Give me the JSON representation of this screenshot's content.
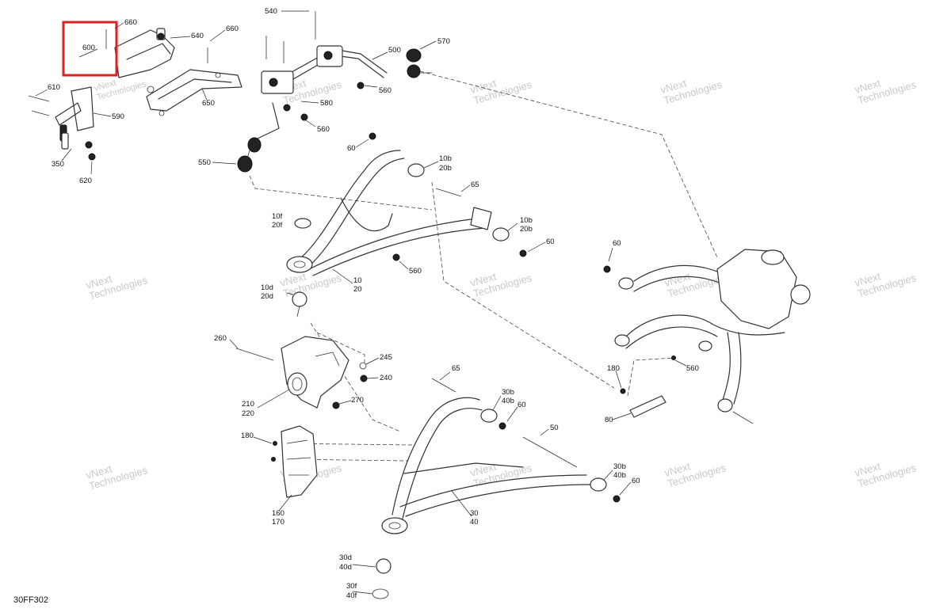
{
  "diagram_code": "30FF302",
  "watermark": {
    "line1": "vNext",
    "line2": "Technologies"
  },
  "highlight_color": "#e02020",
  "callouts": {
    "c540": "540",
    "c570": "570",
    "c500": "500",
    "c560a": "560",
    "c580": "580",
    "c560b": "560",
    "c660a": "660",
    "c640": "640",
    "c660b": "660",
    "c600": "600",
    "c650": "650",
    "c610": "610",
    "c590": "590",
    "c350": "350",
    "c620": "620",
    "c550": "550",
    "c60a": "60",
    "c10b_a": "10b",
    "c20b_a": "20b",
    "c65a": "65",
    "c10f": "10f",
    "c20f": "20f",
    "c10b_b": "10b",
    "c20b_b": "20b",
    "c60b": "60",
    "c560c": "560",
    "c10": "10",
    "c20": "20",
    "c10d": "10d",
    "c20d": "20d",
    "c60c": "60",
    "c560d": "560",
    "c180a": "180",
    "c80": "80",
    "c260": "260",
    "c245": "245",
    "c240": "240",
    "c210": "210",
    "c220": "220",
    "c270": "270",
    "c65b": "65",
    "c30b_a": "30b",
    "c40b_a": "40b",
    "c60d": "60",
    "c50": "50",
    "c180b": "180",
    "c30b_b": "30b",
    "c40b_b": "40b",
    "c60e": "60",
    "c160": "160",
    "c170": "170",
    "c30": "30",
    "c40": "40",
    "c30d": "30d",
    "c40d": "40d",
    "c30f": "30f",
    "c40f": "40f"
  }
}
